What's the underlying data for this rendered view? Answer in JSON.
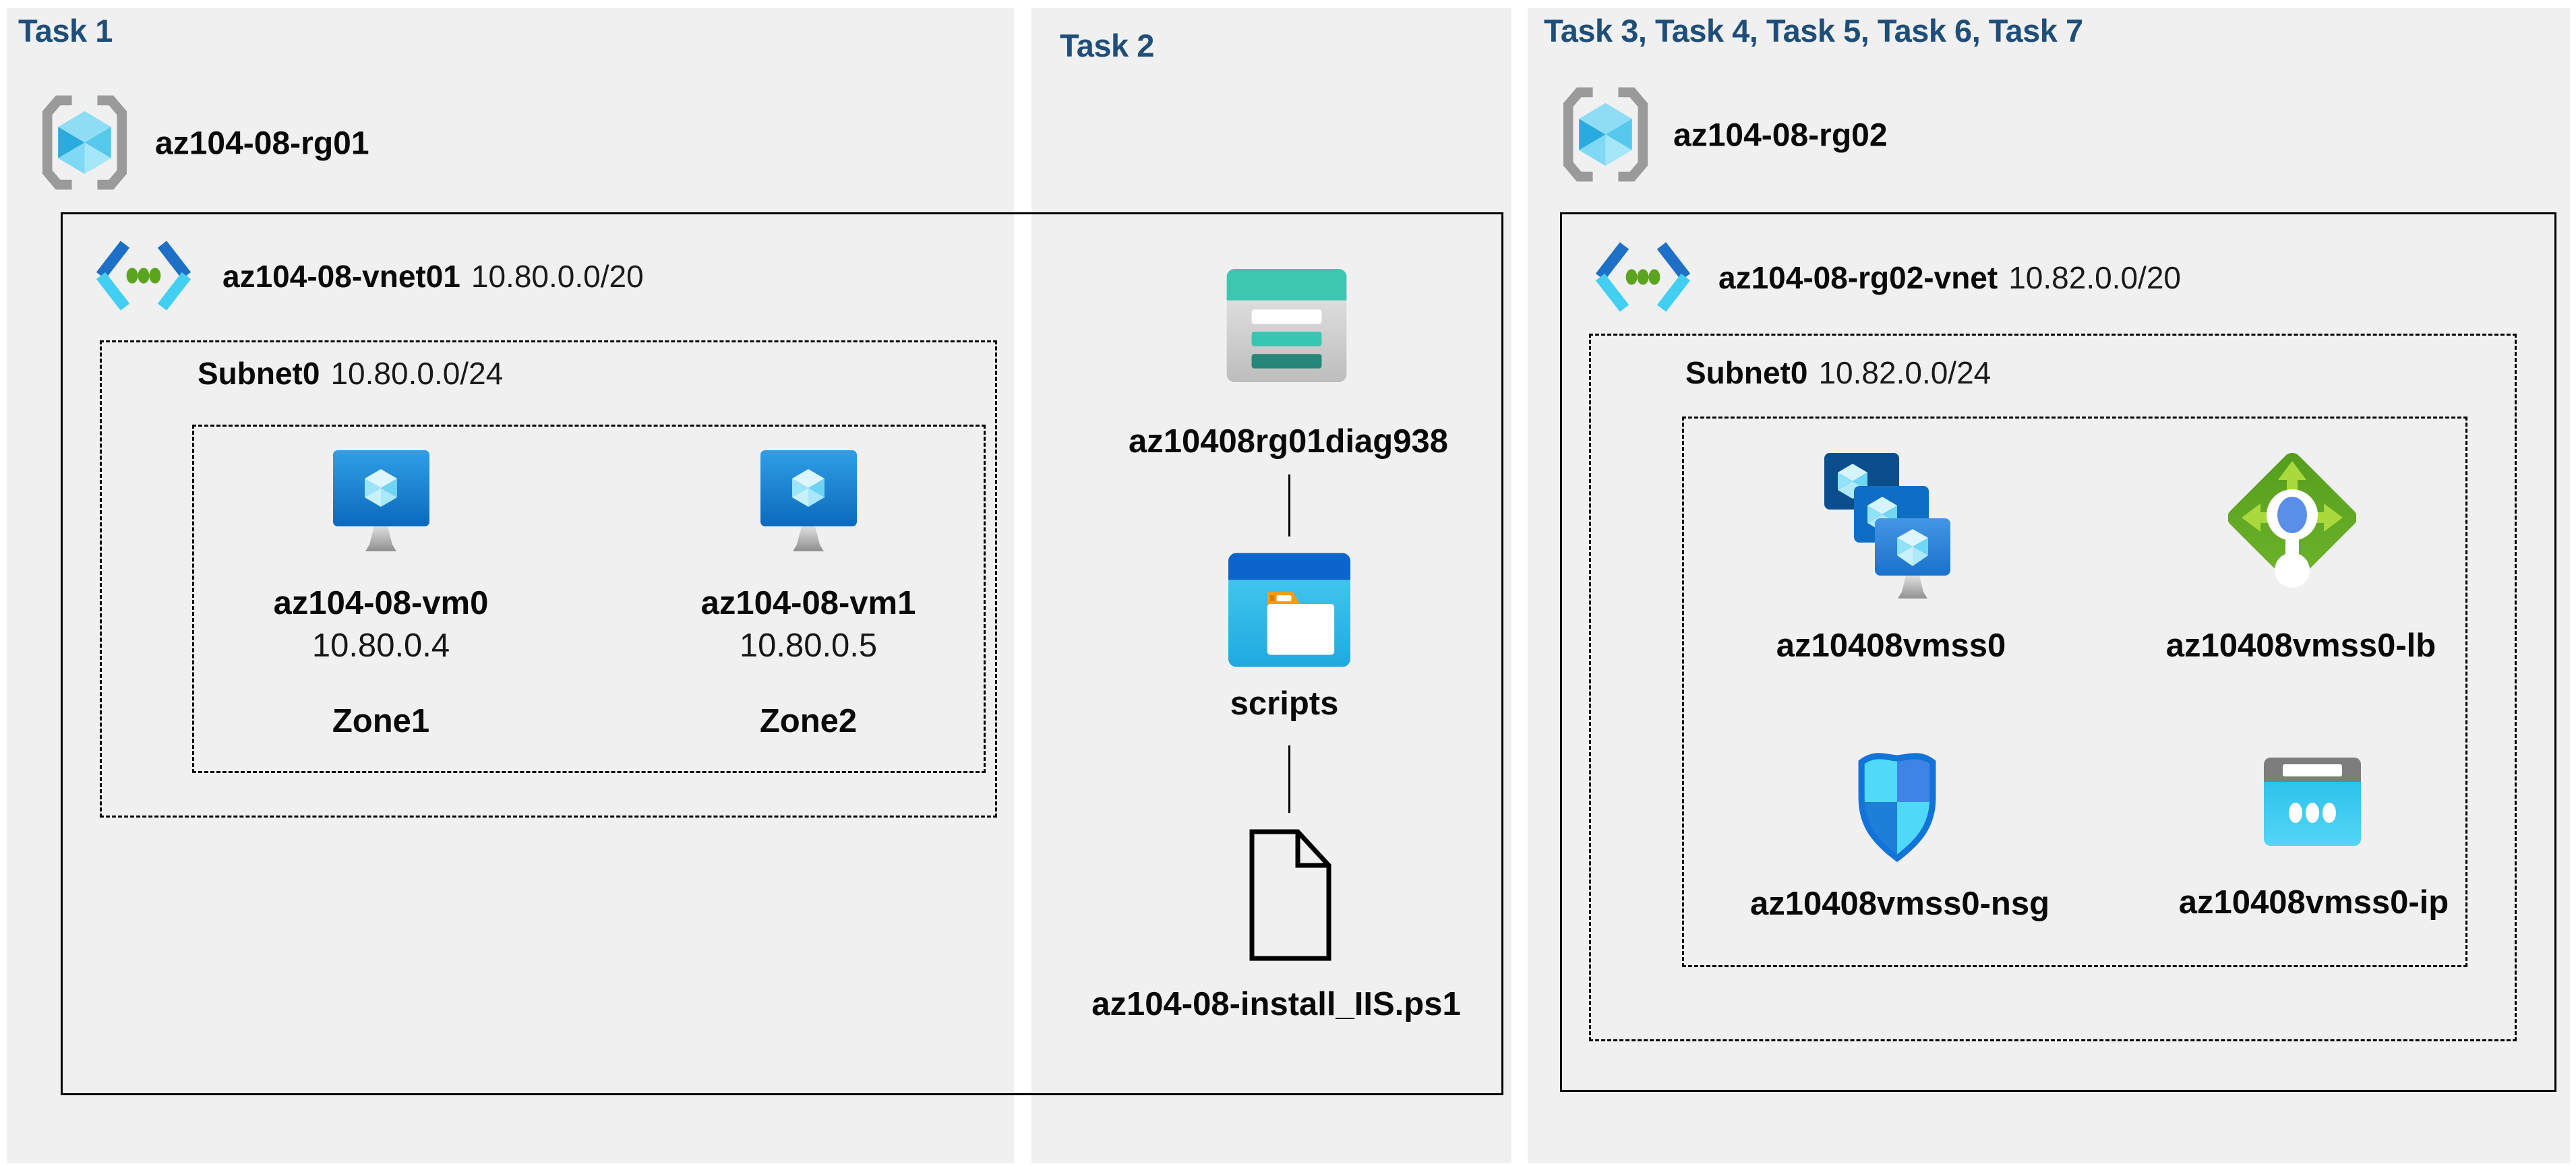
{
  "colors": {
    "title": "#1f4e79",
    "panel-bg": "#f0f0f0",
    "page-bg": "#ffffff",
    "azure-blue": "#0d6cc0",
    "storage-teal": "#3cc7b3",
    "lb-green": "#63a823",
    "cyan-accent": "#45d2f7"
  },
  "panels": {
    "task1": {
      "title": "Task 1",
      "resource_group": {
        "name": "az104-08-rg01",
        "icon": "resource-group-icon"
      },
      "vnet": {
        "name": "az104-08-vnet01",
        "cidr": "10.80.0.0/20",
        "icon": "virtual-network-icon"
      },
      "subnet": {
        "name": "Subnet0",
        "cidr": "10.80.0.0/24"
      },
      "vms": [
        {
          "type": "virtual-machine",
          "name": "az104-08-vm0",
          "ip": "10.80.0.4",
          "zone": "Zone1"
        },
        {
          "type": "virtual-machine",
          "name": "az104-08-vm1",
          "ip": "10.80.0.5",
          "zone": "Zone2"
        }
      ]
    },
    "task2": {
      "title": "Task 2",
      "storage_account": {
        "type": "storage-account",
        "name": "az10408rg01diag938"
      },
      "container": {
        "type": "blob-container",
        "name": "scripts"
      },
      "script_file": {
        "type": "powershell-script-file",
        "name": "az104-08-install_IIS.ps1"
      }
    },
    "task3": {
      "title": "Task 3, Task 4, Task 5, Task 6, Task 7",
      "resource_group": {
        "name": "az104-08-rg02",
        "icon": "resource-group-icon"
      },
      "vnet": {
        "name": "az104-08-rg02-vnet",
        "cidr": "10.82.0.0/20",
        "icon": "virtual-network-icon"
      },
      "subnet": {
        "name": "Subnet0",
        "cidr": "10.82.0.0/24"
      },
      "resources": [
        {
          "type": "vm-scale-set",
          "name": "az10408vmss0"
        },
        {
          "type": "load-balancer",
          "name": "az10408vmss0-lb"
        },
        {
          "type": "network-security-group",
          "name": "az10408vmss0-nsg"
        },
        {
          "type": "public-ip",
          "name": "az10408vmss0-ip"
        }
      ]
    }
  }
}
